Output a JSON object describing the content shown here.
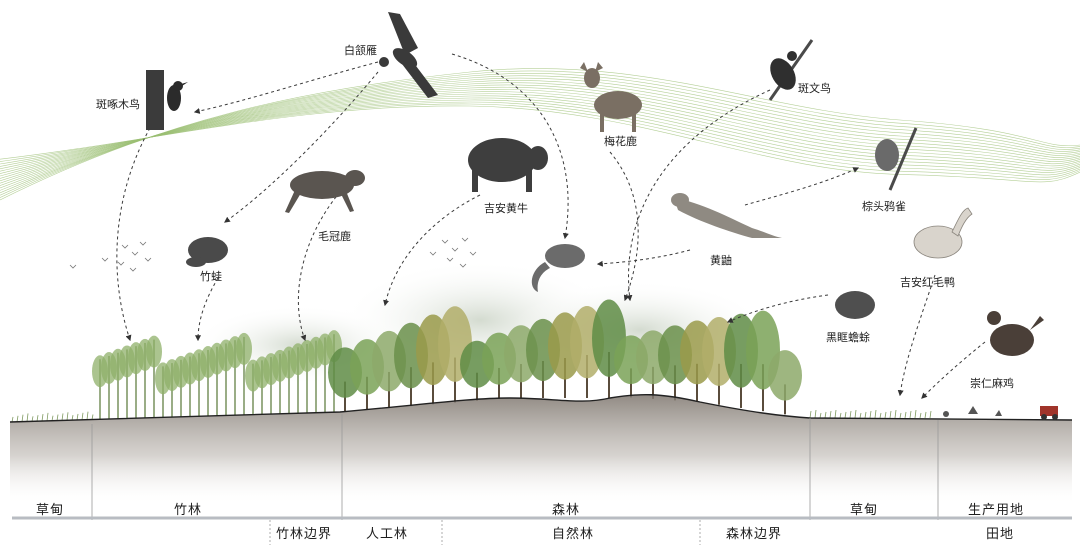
{
  "animals": {
    "banzhuomuniao": "斑啄木鸟",
    "baieyan": "白颔雁",
    "meihualu": "梅花鹿",
    "banwenniao": "斑文鸟",
    "jianhuangniu": "吉安黄牛",
    "maoguanlu": "毛冠鹿",
    "zhuwa": "竹蛙",
    "zongtouyaque": "棕头鸦雀",
    "huangyou": "黄鼬",
    "jihongmaoya": "吉安红毛鸭",
    "heiyanshechu": "黑眶蟾蜍",
    "chongrenmaji": "崇仁麻鸡"
  },
  "zones_top": {
    "caodian_left": "草甸",
    "zhulin": "竹林",
    "senlin": "森林",
    "caodian_right": "草甸",
    "shengchan": "生产用地"
  },
  "zones_bottom": {
    "zhulin_bianjie": "竹林边界",
    "rengonglin": "人工林",
    "ziranlin": "自然林",
    "senlin_bianjie": "森林边界",
    "tiandi": "田地"
  },
  "colors": {
    "flowline": "#9bbf73",
    "soil": "#9a938b",
    "ground_line": "#222222",
    "tree_green": "#6f9a4f",
    "text": "#1e1e1e"
  }
}
